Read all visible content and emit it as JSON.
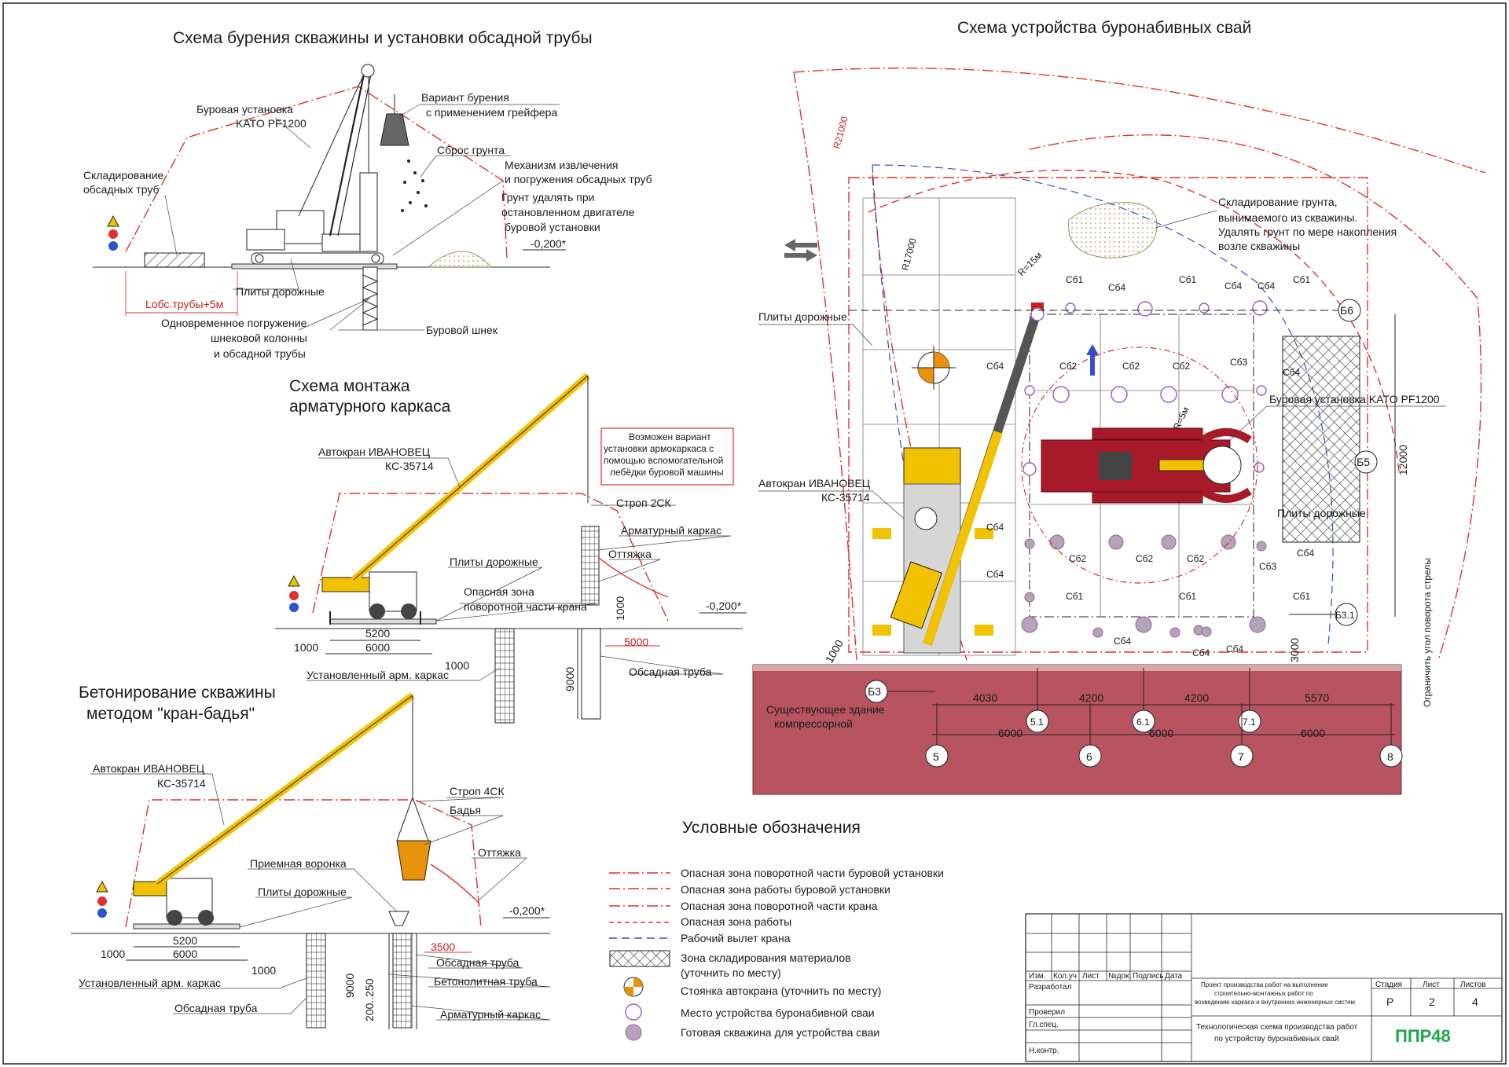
{
  "titles": {
    "drilling": "Схема бурения скважины и установки обсадной трубы",
    "plan": "Схема устройства буронабивных свай",
    "cage_1": "Схема монтажа",
    "cage_2": "арматурного каркаса",
    "concrete_1": "Бетонирование скважины",
    "concrete_2": "методом \"кран-бадья\"",
    "legend": "Условные обозначения"
  },
  "drilling": {
    "rig_1": "Буровая установка",
    "rig_2": "KATO PF1200",
    "grab_1": "Вариант бурения",
    "grab_2": "с применением грейфера",
    "soil_drop": "Сброс грунта",
    "mech_1": "Механизм извлечения",
    "mech_2": "и погружения обсадных труб",
    "soil_1": "Грунт удалять при",
    "soil_2": "остановленном двигателе",
    "soil_3": "буровой установки",
    "level": "-0,200*",
    "storage_1": "Складирование",
    "storage_2": "обсадных труб",
    "length": "Lобс.трубы+5м",
    "plates": "Плиты дорожные",
    "simul_1": "Одновременное погружение",
    "simul_2": "шнековой колонны",
    "simul_3": "и обсадной трубы",
    "auger": "Буровой шнек"
  },
  "cage": {
    "crane_1": "Автокран ИВАНОВЕЦ",
    "crane_2": "КС-35714",
    "note_1": "Возможен вариант",
    "note_2": "установки армокаркаса с",
    "note_3": "помощью вспомогательной",
    "note_4": "лебёдки буровой машины",
    "sling": "Строп 2СК",
    "cage": "Арматурный каркас",
    "guy": "Оттяжка",
    "plates": "Плиты дорожные",
    "zone_1": "Опасная зона",
    "zone_2": "поворотной части крана",
    "level": "-0,200*",
    "d1000a": "1000",
    "d5200": "5200",
    "d6000": "6000",
    "d1000b": "1000",
    "d1000c": "1000",
    "d5000": "5000",
    "d9000": "9000",
    "installed": "Установленный арм. каркас",
    "casing": "Обсадная труба"
  },
  "concrete": {
    "crane_1": "Автокран ИВАНОВЕЦ",
    "crane_2": "КС-35714",
    "sling": "Строп 4СК",
    "bucket": "Бадья",
    "guy": "Оттяжка",
    "funnel": "Приемная воронка",
    "plates": "Плиты дорожные",
    "level": "-0,200*",
    "d5200": "5200",
    "d6000": "6000",
    "d1000a": "1000",
    "d1000b": "1000",
    "d3500": "3500",
    "d9000": "9000",
    "d200": "200..250",
    "installed": "Установленный арм. каркас",
    "casing_l": "Обсадная труба",
    "casing_r": "Обсадная труба",
    "tremie": "Бетонолитная труба",
    "cage": "Арматурный каркас"
  },
  "plan": {
    "r21000": "R21000",
    "r17000": "R17000",
    "r15": "R=15м",
    "r5": "R=5м",
    "storage_1": "Складирование грунта,",
    "storage_2": "вынимаемого из скважины.",
    "storage_3": "Удалять грунт по мере накопления",
    "storage_4": "возле скважины",
    "plates_l": "Плиты дорожные",
    "plates_r": "Плиты дорожные",
    "rig": "Буровая установка KATO PF1200",
    "crane_1": "Автокран ИВАНОВЕЦ",
    "crane_2": "КС-35714",
    "building_1": "Существующее здание",
    "building_2": "компрессорной",
    "boom_limit": "Ограничить угол поворота стрелы",
    "d12000": "12000",
    "d3000": "3000",
    "d1000": "1000",
    "axes_b": [
      "Б6",
      "Б5",
      "Б3.1",
      "Б3"
    ],
    "axes_num": [
      "5",
      "6",
      "7",
      "8"
    ],
    "axes_sub": [
      "5.1",
      "6.1",
      "7.1"
    ],
    "dims_top": [
      "4030",
      "4200",
      "4200",
      "5570"
    ],
    "dims_bot": [
      "6000",
      "6000",
      "6000"
    ],
    "pile_marks": {
      "sb1": "Сб1",
      "sb2": "Сб2",
      "sb3": "Сб3",
      "sb4": "Сб4"
    }
  },
  "legend": {
    "items": [
      "Опасная зона поворотной части буровой установки",
      "Опасная зона работы буровой установки",
      "Опасная зона поворотной части крана",
      "Опасная зона работы",
      "Рабочий вылет крана",
      "Зона складирования материалов",
      "(уточнить по месту)",
      "Стоянка автокрана (уточнить по месту)",
      "Место устройства буронабивной сваи",
      "Готовая скважина для устройства сваи"
    ]
  },
  "stamp": {
    "cols": [
      "Изм.",
      "Кол.уч",
      "Лист",
      "№док.",
      "Подпись",
      "Дата"
    ],
    "rows": [
      "Разработал",
      "Проверил",
      "Гл.спец.",
      "Н.контр."
    ],
    "project_1": "Проект производства работ на выполнение",
    "project_2": "строительно-монтажных работ по",
    "project_3": "возведению каркаса и внутренних инженерных систем",
    "sheet_title_1": "Технологическая схема производства работ",
    "sheet_title_2": "по устройству буронабивных свай",
    "stage_h": "Стадия",
    "sheet_h": "Лист",
    "sheets_h": "Листов",
    "stage": "Р",
    "sheet": "2",
    "sheets": "4",
    "logo": "ППР48"
  },
  "colors": {
    "danger": "#e03030",
    "crane": "#f2c200",
    "rig": "#a8192a",
    "building": "#b85460",
    "pile": "#9c5cc0",
    "logo": "#1fa64a"
  }
}
